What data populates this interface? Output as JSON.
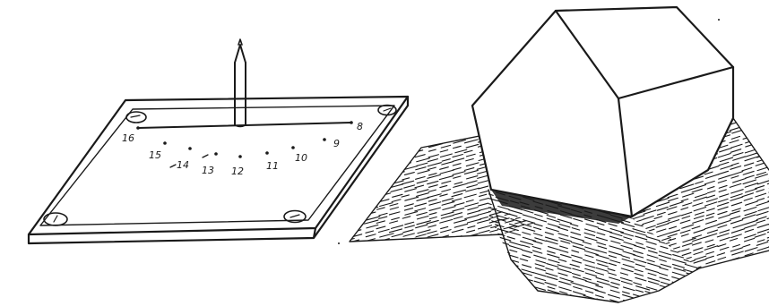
{
  "sundial": {
    "hour_marks": [
      {
        "label": "16"
      },
      {
        "label": "15"
      },
      {
        "label": "14"
      },
      {
        "label": "13"
      },
      {
        "label": "12"
      },
      {
        "label": "11"
      },
      {
        "label": "10"
      },
      {
        "label": "9"
      },
      {
        "label": "8"
      }
    ]
  }
}
